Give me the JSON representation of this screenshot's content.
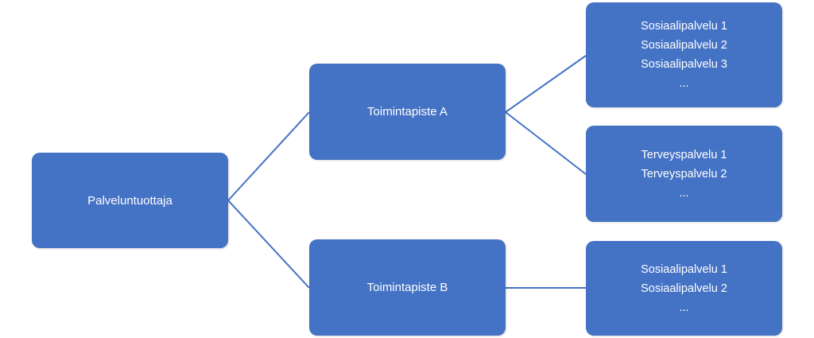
{
  "diagram": {
    "root": {
      "label": "Palveluntuottaja"
    },
    "unit_a": {
      "label": "Toimintapiste A"
    },
    "unit_b": {
      "label": "Toimintapiste B"
    },
    "a_social": {
      "items": [
        "Sosiaalipalvelu 1",
        "Sosiaalipalvelu 2",
        "Sosiaalipalvelu 3",
        "..."
      ]
    },
    "a_health": {
      "items": [
        "Terveyspalvelu 1",
        "Terveyspalvelu 2",
        "..."
      ]
    },
    "b_social": {
      "items": [
        "Sosiaalipalvelu 1",
        "Sosiaalipalvelu 2",
        "..."
      ]
    },
    "colors": {
      "node_fill": "#4472c4",
      "connector": "#4472c4",
      "text": "#ffffff"
    }
  }
}
